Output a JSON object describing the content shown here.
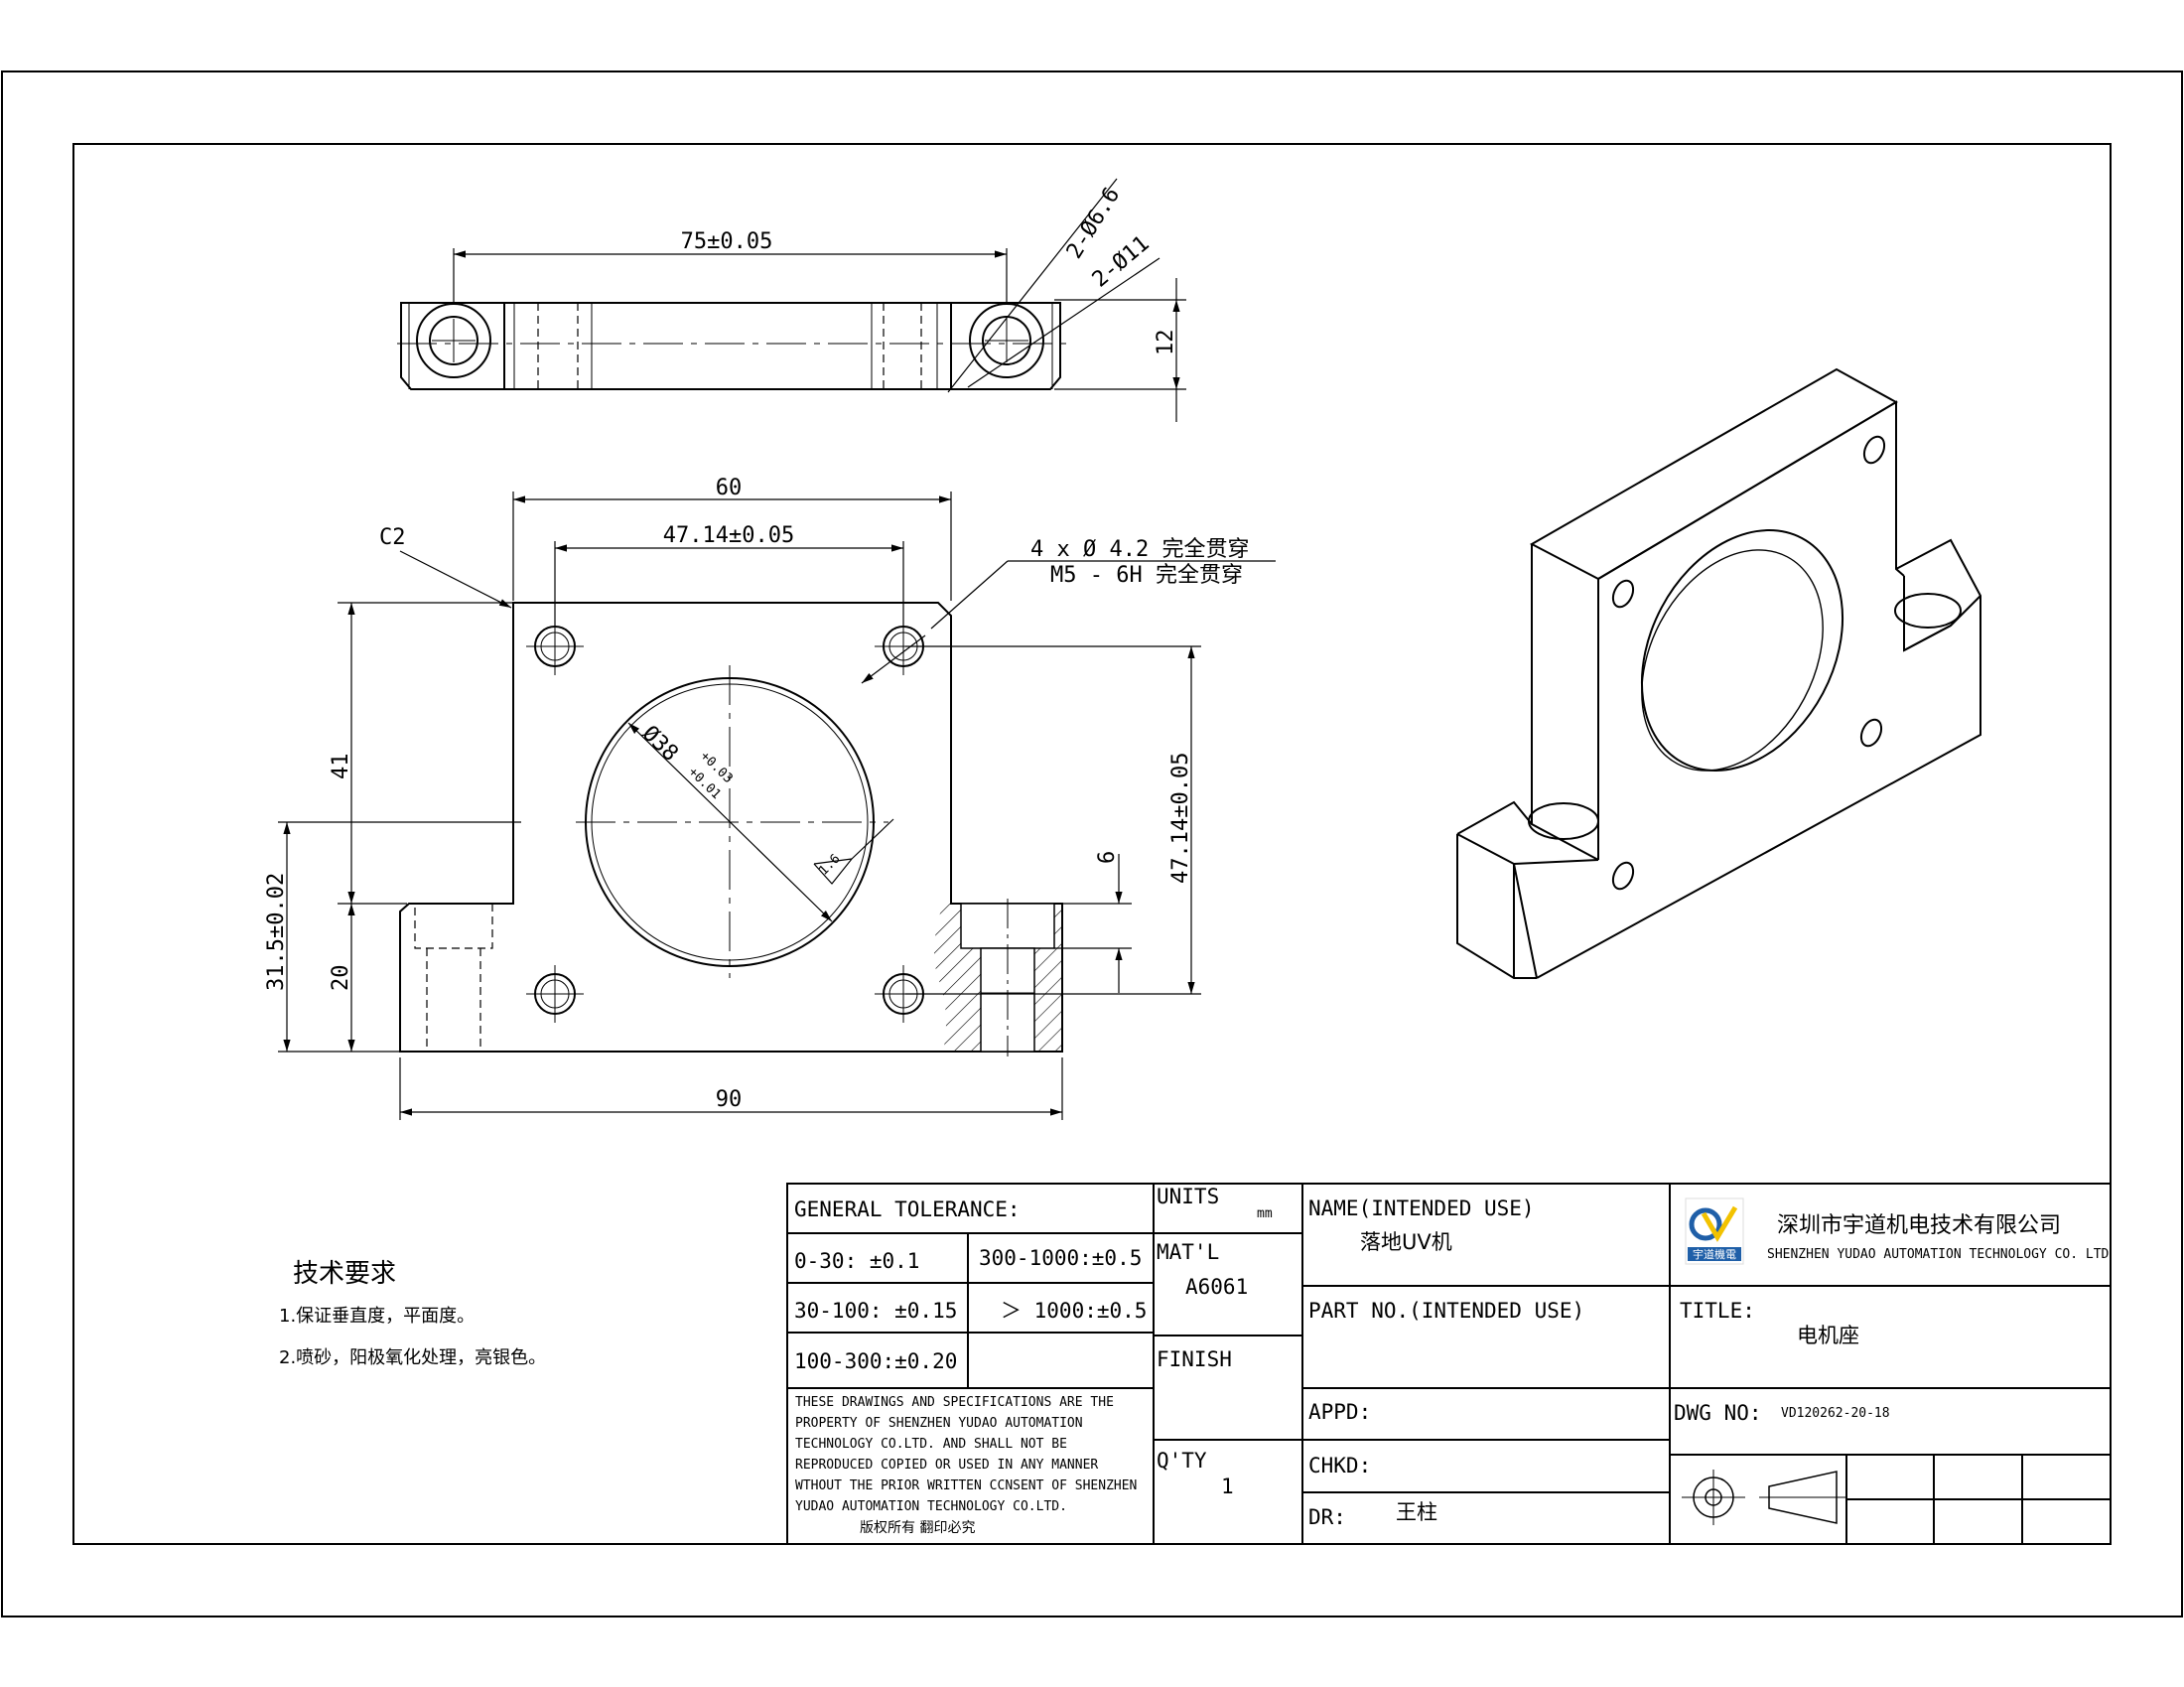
{
  "dimensions": {
    "top_span": "75±0.05",
    "hole_small": "2-Ø6.6",
    "hole_large": "2-Ø11",
    "thickness": "12",
    "width_60": "60",
    "hole_pitch": "47.14±0.05",
    "chamfer": "C2",
    "hole_note_1": "4 x Ø 4.2 完全贯穿",
    "hole_note_2": "M5 - 6H 完全贯穿",
    "height_41": "41",
    "bore": "Ø38",
    "bore_tol_upper": "+0.03",
    "bore_tol_lower": "+0.01",
    "roughness": "1.6",
    "vertical_pitch": "47.14±0.05",
    "depth_6": "6",
    "base_height": "31.5±0.02",
    "height_20": "20",
    "width_90": "90"
  },
  "tech_req": {
    "title": "技术要求",
    "items": [
      "1.保证垂直度，平面度。",
      "2.喷砂，阳极氧化处理，亮银色。"
    ]
  },
  "title_block": {
    "general_tolerance": "GENERAL TOLERANCE:",
    "tol_0_30": "0-30:   ±0.1",
    "tol_300_1000": "300-1000:±0.5",
    "tol_30_100": "30-100: ±0.15",
    "tol_over_1000": "＞ 1000:±0.5",
    "tol_100_300": "100-300:±0.20",
    "copyright_lines": [
      "THESE DRAWINGS AND SPECIFICATIONS ARE THE",
      "PROPERTY OF SHENZHEN YUDAO AUTOMATION",
      "TECHNOLOGY CO.LTD.  AND SHALL NOT BE",
      "REPRODUCED COPIED OR USED IN ANY MANNER",
      "WTHOUT THE PRIOR WRITTEN CCNSENT OF SHENZHEN",
      "YUDAO AUTOMATION TECHNOLOGY CO.LTD."
    ],
    "copyright_cn": "版权所有  翻印必究",
    "units_label": "UNITS",
    "units_value": "mm",
    "material_label": "MAT'L",
    "material_value": "A6061",
    "finish_label": "FINISH",
    "qty_label": "Q'TY",
    "qty_value": "1",
    "name_label": "NAME(INTENDED USE)",
    "name_value": "落地UV机",
    "part_no_label": "PART NO.(INTENDED USE)",
    "appd_label": "APPD:",
    "chkd_label": "CHKD:",
    "dr_label": "DR:",
    "dr_value": "王柱",
    "company_cn": "深圳市宇道机电技术有限公司",
    "company_en": "SHENZHEN YUDAO AUTOMATION TECHNOLOGY CO. LTD",
    "logo_text": "宇道機電",
    "title_label": "TITLE:",
    "title_value": "电机座",
    "dwg_no_label": "DWG NO:",
    "dwg_no_value": "VD120262-20-18"
  },
  "colors": {
    "line": "#000000",
    "logo_blue": "#1f5fa8",
    "logo_yellow": "#f2c200"
  }
}
